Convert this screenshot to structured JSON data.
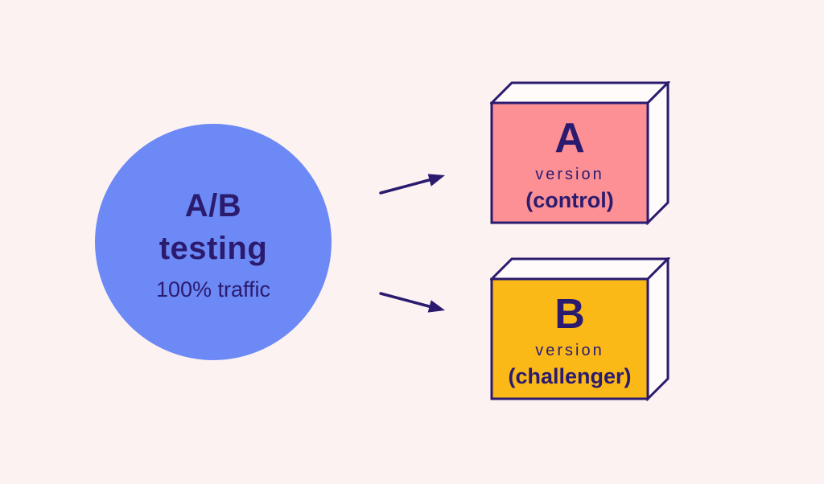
{
  "source": {
    "title_line1": "A/B",
    "title_line2": "testing",
    "subtitle": "100% traffic"
  },
  "variants": [
    {
      "letter": "A",
      "label": "version",
      "sublabel": "(control)",
      "color": "#FC9095"
    },
    {
      "letter": "B",
      "label": "version",
      "sublabel": "(challenger)",
      "color": "#FBB917"
    }
  ],
  "colors": {
    "background": "#FDF2F2",
    "circle": "#6C89F5",
    "ink": "#2B1B6F",
    "box_side_face": "#FFFBFB"
  }
}
